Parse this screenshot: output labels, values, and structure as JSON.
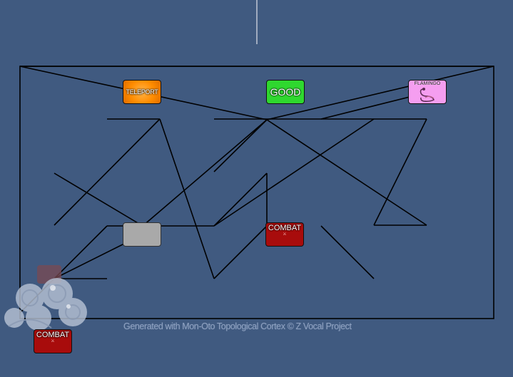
{
  "diagram": {
    "nodes": [
      {
        "id": "teleport",
        "label": "TELEPORT",
        "color": "#ff8c00"
      },
      {
        "id": "good",
        "label": "GOOD",
        "color": "#2fd82f"
      },
      {
        "id": "flamingo",
        "label": "FLAMINGO",
        "color": "#f59ef0",
        "icon": "flamingo-icon"
      },
      {
        "id": "blank",
        "label": "",
        "color": "#a9a9a9"
      },
      {
        "id": "combat_mid",
        "label": "COMBAT",
        "color": "#a80c0c",
        "icon": "crossed-swords-icon"
      },
      {
        "id": "combat_bottom",
        "label": "COMBAT",
        "color": "#a80c0c",
        "icon": "crossed-swords-icon"
      }
    ],
    "footer_text": "Generated with Mon-Oto Topological Cortex © Z Vocal Project",
    "line_color": "#000000",
    "background_color": "#405a80"
  }
}
